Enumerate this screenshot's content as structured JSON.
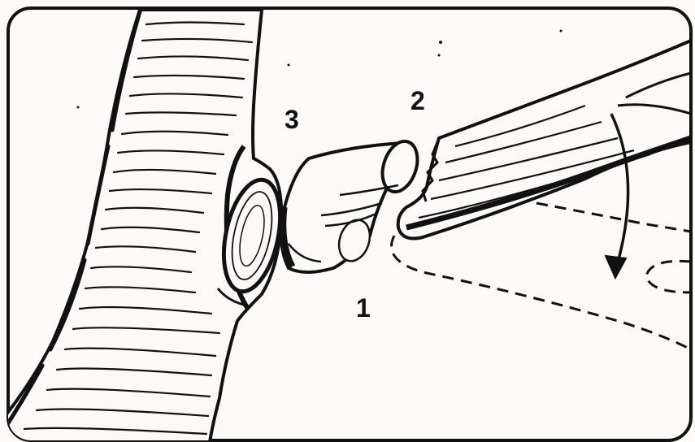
{
  "figure": {
    "cut_labels": {
      "first_cut": "1",
      "second_cut": "2",
      "final_cut": "3"
    }
  },
  "colors": {
    "ink": "#111111",
    "paper": "#fbfaf6"
  }
}
